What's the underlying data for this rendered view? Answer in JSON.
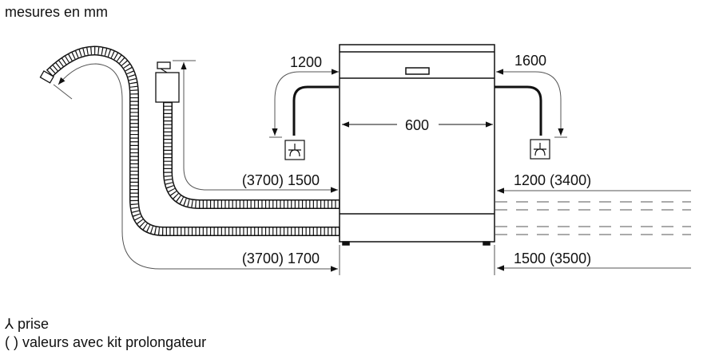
{
  "header": {
    "units_note": "mesures en mm"
  },
  "dimensions": {
    "width": "600",
    "cord_left": "1200",
    "cord_right": "1600",
    "inlet_left": "(3700) 1500",
    "drain_left": "(3700) 1700",
    "inlet_right": "1200 (3400)",
    "drain_right": "1500 (3500)"
  },
  "legend": {
    "socket_symbol": "⅄",
    "socket_label": "prise",
    "brackets_symbol": "( )",
    "brackets_label": "valeurs avec kit prolongateur"
  }
}
